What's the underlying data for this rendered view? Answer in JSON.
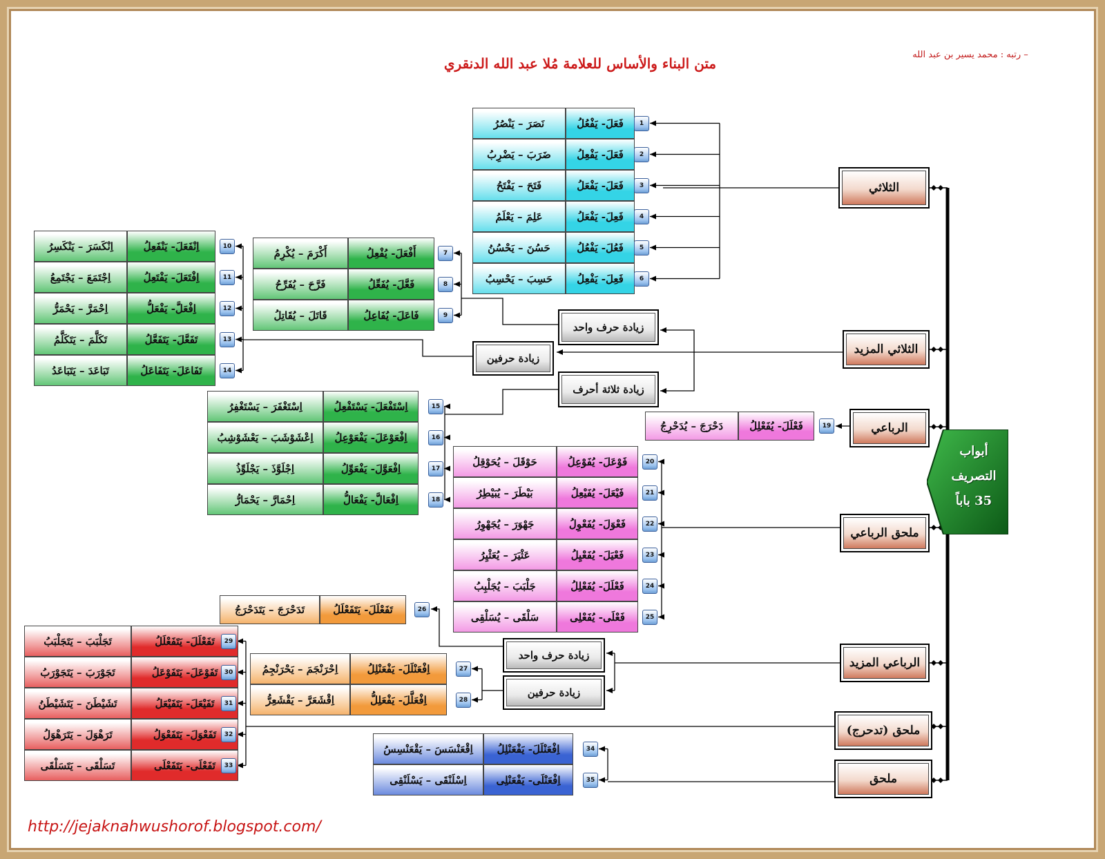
{
  "title": "متن البناء والأساس للعلامة مُلا عبد الله الدنقري",
  "author": "– رتبه : محمد يسير بن عبد الله",
  "url": "http://jejaknahwushorof.blogspot.com/",
  "main_box": {
    "lines": [
      "أبواب",
      "التصريف",
      "35 باباً"
    ]
  },
  "categories": [
    {
      "id": "thulathi",
      "label": "الثلاثي"
    },
    {
      "id": "thulathi-mazid",
      "label": "الثلاثي المزيد"
    },
    {
      "id": "rubai",
      "label": "الرباعي"
    },
    {
      "id": "mulhaq-rubai",
      "label": "ملحق الرباعي"
    },
    {
      "id": "rubai-mazid",
      "label": "الرباعي المزيد"
    },
    {
      "id": "mulhaq-tadahraj",
      "label": "ملحق (تدحرج)"
    },
    {
      "id": "mulhaq",
      "label": "ملحق"
    }
  ],
  "subcategories": [
    {
      "id": "one",
      "label": "زيادة حرف واحد"
    },
    {
      "id": "two",
      "label": "زيادة حرفين"
    },
    {
      "id": "three",
      "label": "زيادة ثلاثة أحرف"
    },
    {
      "id": "r-one",
      "label": "زيادة حرف واحد"
    },
    {
      "id": "r-two",
      "label": "زيادة حرفين"
    }
  ],
  "colors": {
    "cyan": "#34d4e6",
    "green": "#2fb34a",
    "pink": "#ef78dc",
    "orange": "#f29a3b",
    "red": "#e02b2b",
    "blue": "#3a63d3",
    "dark_green": "#1a7a28",
    "frame": "#c8a674",
    "number_badge": "#9cc3ef"
  },
  "groups": [
    {
      "id": "g1",
      "color": "cyan",
      "rows": [
        {
          "n": "1",
          "pattern": "فَعَلَ- يَفْعُلُ",
          "example": "نَصَرَ – يَنْصُرُ"
        },
        {
          "n": "2",
          "pattern": "فَعَلَ- يَفْعِلُ",
          "example": "ضَرَبَ – يَضْرِبُ"
        },
        {
          "n": "3",
          "pattern": "فَعَلَ- يَفْعَلُ",
          "example": "فَتَحَ – يَفْتَحُ"
        },
        {
          "n": "4",
          "pattern": "فَعِلَ- يَفْعَلُ",
          "example": "عَلِمَ – يَعْلَمُ"
        },
        {
          "n": "5",
          "pattern": "فَعُلَ- يَفْعُلُ",
          "example": "حَسُنَ – يَحْسُنُ"
        },
        {
          "n": "6",
          "pattern": "فَعِلَ- يَفْعِلُ",
          "example": "حَسِبَ – يَحْسِبُ"
        }
      ]
    },
    {
      "id": "g2",
      "color": "green",
      "rows": [
        {
          "n": "7",
          "pattern": "أَفْعَلَ- يُفْعِلُ",
          "example": "أَكْرَمَ – يُكْرِمُ"
        },
        {
          "n": "8",
          "pattern": "فَعَّلَ- يُفَعِّلُ",
          "example": "فَرَّحَ – يُفَرِّحُ"
        },
        {
          "n": "9",
          "pattern": "فَاعَلَ- يُفَاعِلُ",
          "example": "قَاتَلَ – يُقَاتِلُ"
        }
      ]
    },
    {
      "id": "g3",
      "color": "green",
      "rows": [
        {
          "n": "10",
          "pattern": "اِنْفَعَلَ- يَنْفَعِلُ",
          "example": "اِنْكَسَرَ – يَنْكَسِرُ"
        },
        {
          "n": "11",
          "pattern": "اِفْتَعَلَ- يَفْتَعِلُ",
          "example": "اِجْتَمَعَ – يَجْتَمِعُ"
        },
        {
          "n": "12",
          "pattern": "اِفْعَلَّ- يَفْعَلُّ",
          "example": "اِحْمَرَّ – يَحْمَرُّ"
        },
        {
          "n": "13",
          "pattern": "تَفَعَّلَ- يَتَفَعَّلُ",
          "example": "تَكَلَّمَ – يَتَكَلَّمُ"
        },
        {
          "n": "14",
          "pattern": "تَفَاعَلَ- يَتَفَاعَلُ",
          "example": "تَبَاعَدَ – يَتَبَاعَدُ"
        }
      ]
    },
    {
      "id": "g4",
      "color": "green",
      "rows": [
        {
          "n": "15",
          "pattern": "اِسْتَفْعَلَ- يَسْتَفْعِلُ",
          "example": "اِسْتَغْفَرَ – يَسْتَغْفِرُ"
        },
        {
          "n": "16",
          "pattern": "اِفْعَوْعَلَ- يَفْعَوْعِلُ",
          "example": "اِعْشَوْشَبَ – يَعْشَوْشِبُ"
        },
        {
          "n": "17",
          "pattern": "اِفْعَوَّلَ- يَفْعَوِّلُ",
          "example": "اِجْلَوَّذَ – يَجْلَوِّذُ"
        },
        {
          "n": "18",
          "pattern": "اِفْعَالَّ- يَفْعَالُّ",
          "example": "اِحْمَارَّ – يَحْمَارُّ"
        }
      ]
    },
    {
      "id": "g5",
      "color": "pink",
      "rows": [
        {
          "n": "19",
          "pattern": "فَعْلَلَ- يُفَعْلِلُ",
          "example": "دَحْرَجَ – يُدَحْرِجُ"
        }
      ]
    },
    {
      "id": "g6",
      "color": "pink",
      "rows": [
        {
          "n": "20",
          "pattern": "فَوْعَلَ- يُفَوْعِلُ",
          "example": "حَوْقَلَ – يُحَوْقِلُ"
        },
        {
          "n": "21",
          "pattern": "فَيْعَلَ- يُفَيْعِلُ",
          "example": "بَيْطَرَ – يُبَيْطِرُ"
        },
        {
          "n": "22",
          "pattern": "فَعْوَلَ- يُفَعْوِلُ",
          "example": "جَهْوَرَ – يُجَهْوِرُ"
        },
        {
          "n": "23",
          "pattern": "فَعْيَلَ- يُفَعْيِلُ",
          "example": "عَثْيَرَ – يُعَثْيِرُ"
        },
        {
          "n": "24",
          "pattern": "فَعْلَلَ- يُفَعْلِلُ",
          "example": "جَلْبَبَ – يُجَلْبِبُ"
        },
        {
          "n": "25",
          "pattern": "فَعْلَى- يُفَعْلِى",
          "example": "سَلْقَى – يُسَلْقِى"
        }
      ]
    },
    {
      "id": "g7",
      "color": "orange",
      "rows": [
        {
          "n": "26",
          "pattern": "تَفَعْلَلَ- يَتَفَعْلَلُ",
          "example": "تَدَحْرَجَ – يَتَدَحْرَجُ"
        }
      ]
    },
    {
      "id": "g8",
      "color": "orange",
      "rows": [
        {
          "n": "27",
          "pattern": "اِفْعَنْلَلَ- يَفْعَنْلِلُ",
          "example": "اِحْرَنْجَمَ – يَحْرَنْجِمُ"
        },
        {
          "n": "28",
          "pattern": "اِفْعَلَّلَ- يَفْعَلِلُّ",
          "example": "اِقْشَعَرَّ – يَقْشَعِرُّ"
        }
      ]
    },
    {
      "id": "g9",
      "color": "red",
      "rows": [
        {
          "n": "29",
          "pattern": "تَفَعْلَلَ- يَتَفَعْلَلُ",
          "example": "تَجَلْبَبَ – يَتَجَلْبَبُ"
        },
        {
          "n": "30",
          "pattern": "تَفَوْعَلَ- يَتَفَوْعَلُ",
          "example": "تَجَوْرَبَ – يَتَجَوْرَبُ"
        },
        {
          "n": "31",
          "pattern": "تَفَيْعَلَ- يَتَفَيْعَلُ",
          "example": "تَشَيْطَنَ – يَتَشَيْطَنُ"
        },
        {
          "n": "32",
          "pattern": "تَفَعْوَلَ- يَتَفَعْوَلُ",
          "example": "تَرَهْوَلَ – يَتَرَهْوَلُ"
        },
        {
          "n": "33",
          "pattern": "تَفَعْلَى- يَتَفَعْلَى",
          "example": "تَسَلْقَى – يَتَسَلْقَى"
        }
      ]
    },
    {
      "id": "g10",
      "color": "blue",
      "rows": [
        {
          "n": "34",
          "pattern": "اِفْعَنْلَلَ- يَفْعَنْلِلُ",
          "example": "اِقْعَنْسَسَ – يَقْعَنْسِسُ"
        },
        {
          "n": "35",
          "pattern": "اِفْعَنْلَى- يَفْعَنْلِى",
          "example": "اِسْلَنْقَى – يَسْلَنْقِى"
        }
      ]
    }
  ]
}
